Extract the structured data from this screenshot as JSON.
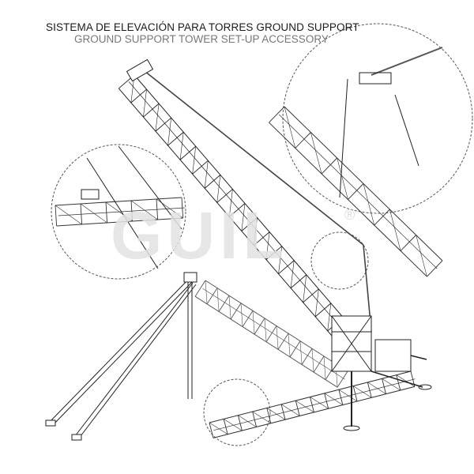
{
  "title": "SISTEMA DE ELEVACIÓN PARA TORRES GROUND SUPPORT",
  "subtitle": "GROUND SUPPORT TOWER SET-UP ACCESSORY",
  "watermark": "GUIL",
  "watermark_mark": "®",
  "colors": {
    "line": "#222222",
    "watermark": "#ececec",
    "subtitle": "#777777"
  }
}
